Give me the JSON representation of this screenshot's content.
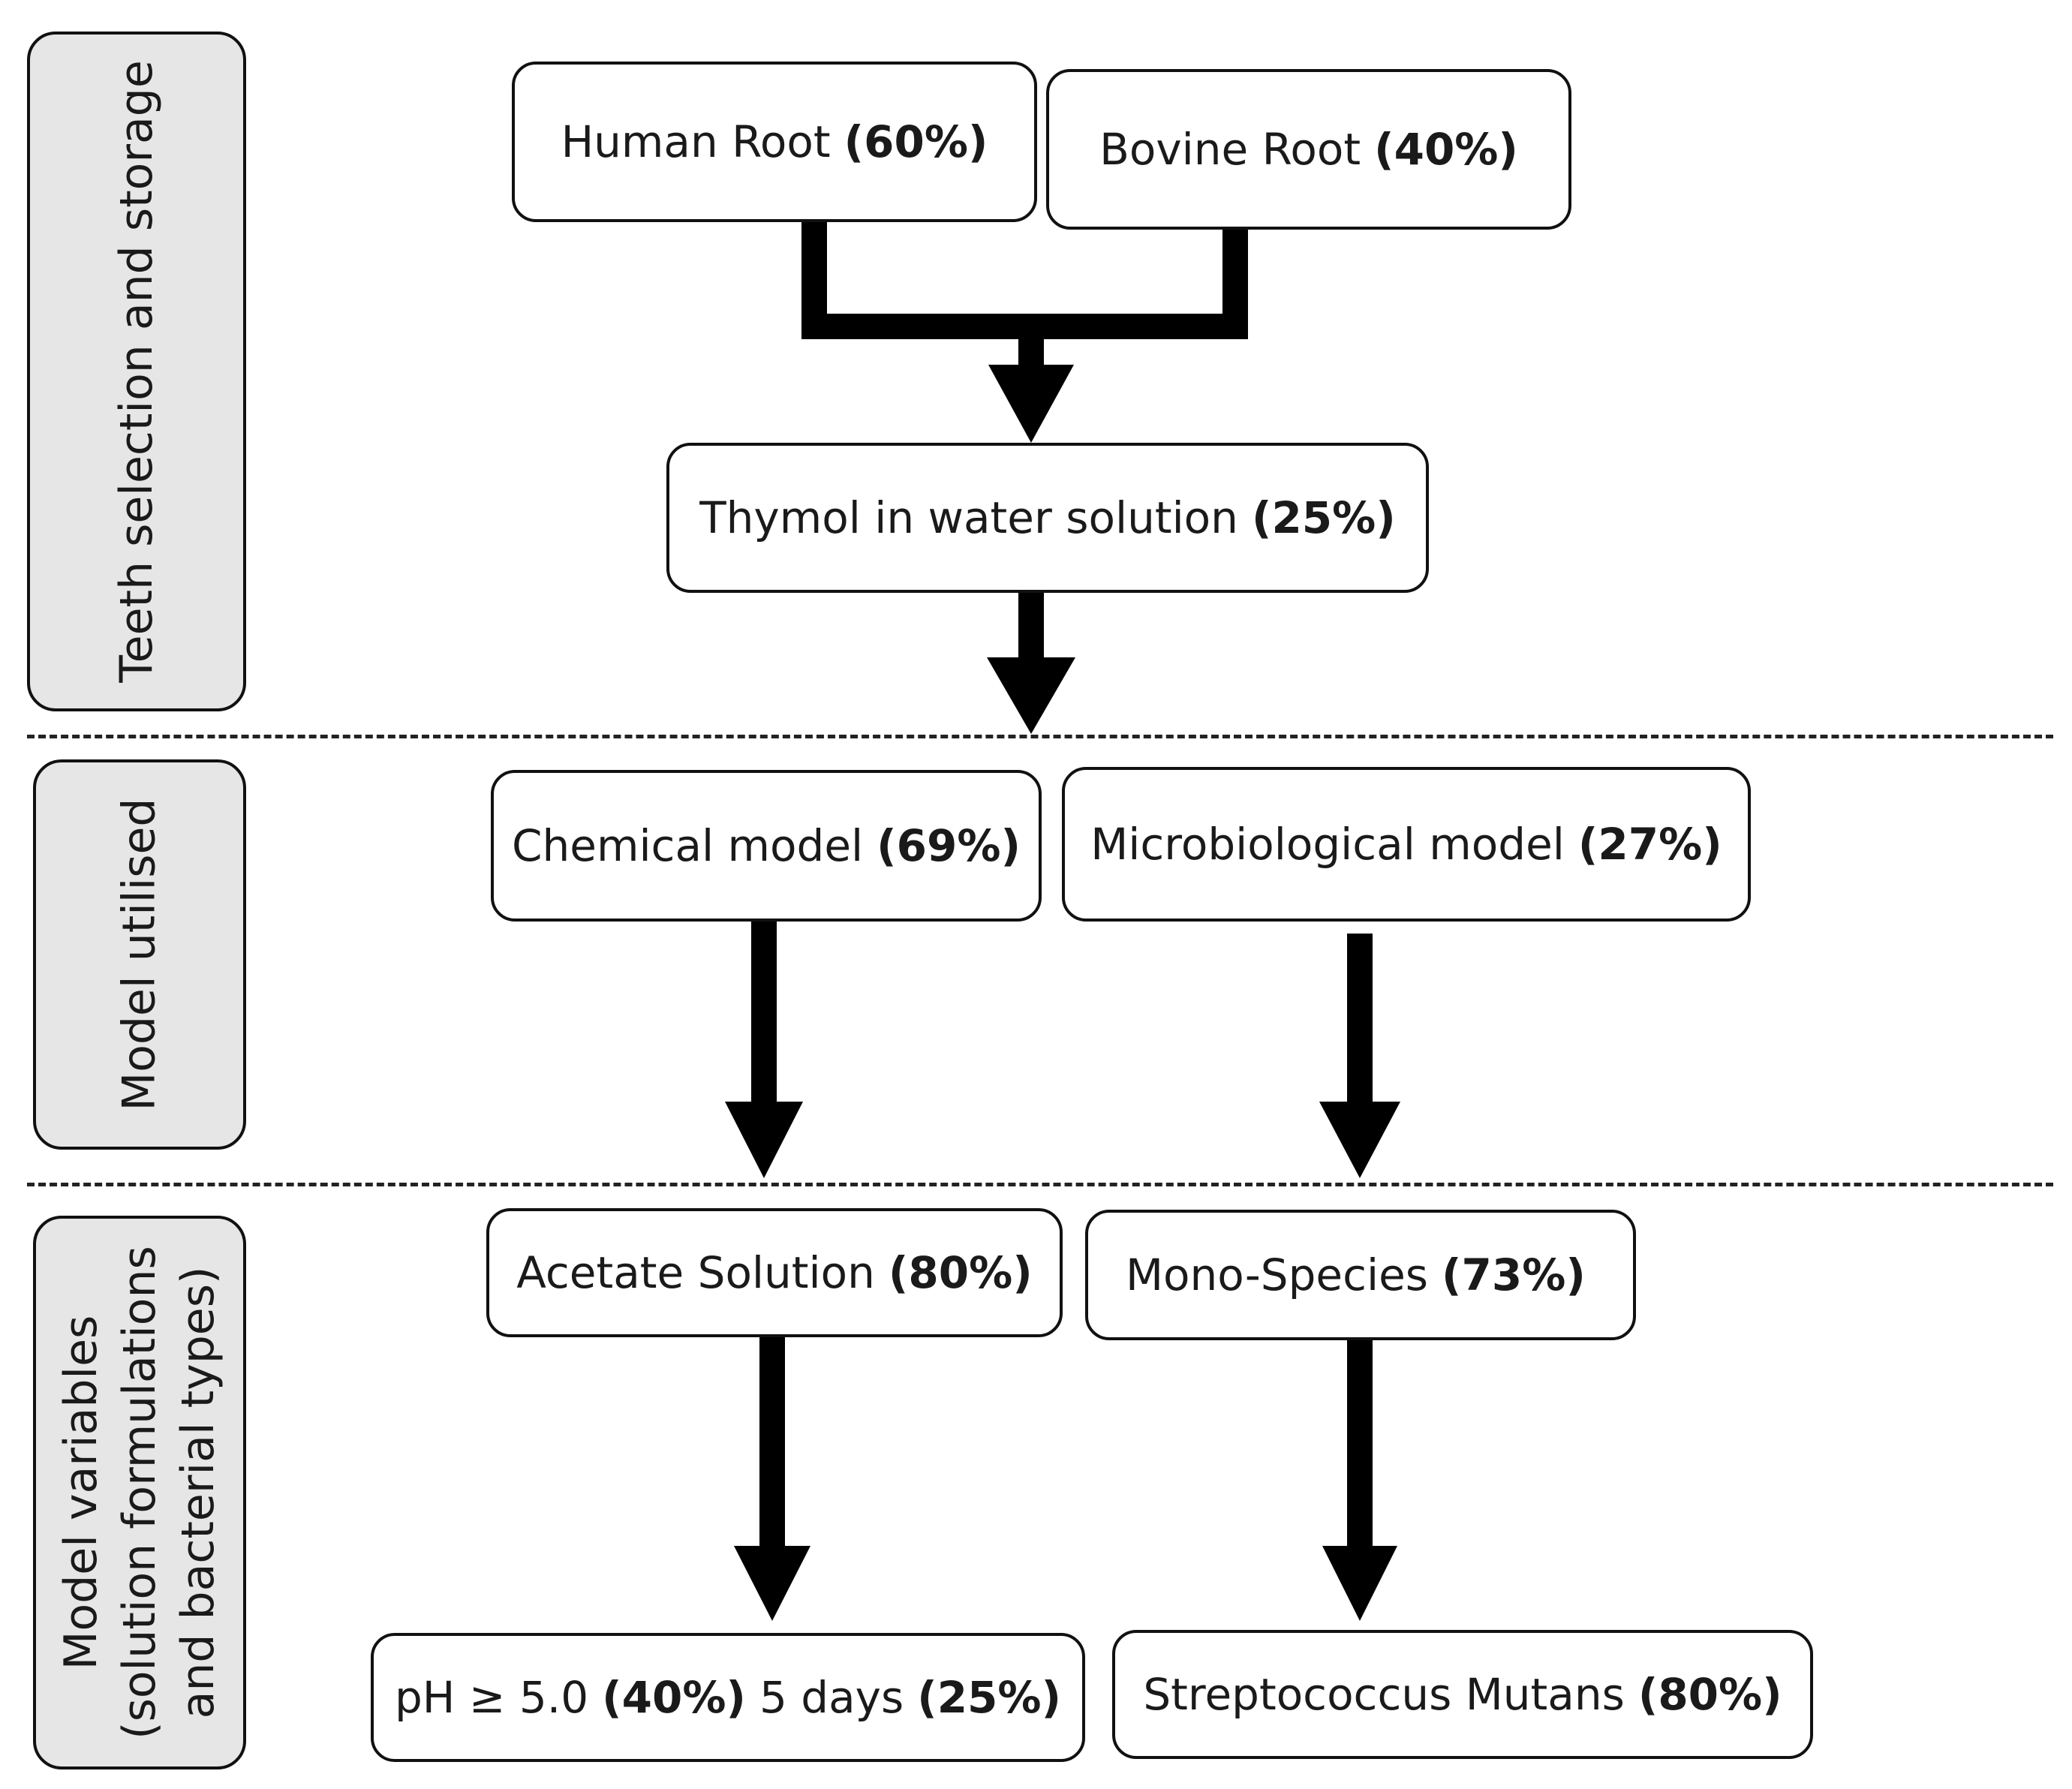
{
  "sections": [
    {
      "id": "teeth",
      "label_lines": [
        "Teeth selection and storage"
      ]
    },
    {
      "id": "model",
      "label_lines": [
        "Model  utilised"
      ]
    },
    {
      "id": "variables",
      "label_lines": [
        "Model  variables",
        "(solution formulations",
        "and bacterial types)"
      ]
    }
  ],
  "nodes": {
    "human_root": {
      "label": "Human  Root",
      "pct": "(60%)"
    },
    "bovine_root": {
      "label": "Bovine Root",
      "pct": "(40%)"
    },
    "thymol": {
      "label": "Thymol  in water solution",
      "pct": "(25%)"
    },
    "chemical": {
      "label": "Chemical model",
      "pct": "(69%)"
    },
    "microbiological": {
      "label": "Microbiological model",
      "pct": "(27%)"
    },
    "acetate": {
      "label": "Acetate Solution",
      "pct": "(80%)"
    },
    "mono_species": {
      "label": "Mono-Species",
      "pct": "(73%)"
    },
    "ph": {
      "label": "pH ≥ 5.0",
      "pct": "(40%)",
      "label2": "5 days",
      "pct2": "(25%)"
    },
    "strep": {
      "label": "Streptococcus  Mutans",
      "pct": "(80%)"
    }
  },
  "colors": {
    "sidebar_fill": "#e6e6e6",
    "stroke": "#111111",
    "arrow": "#000000"
  }
}
